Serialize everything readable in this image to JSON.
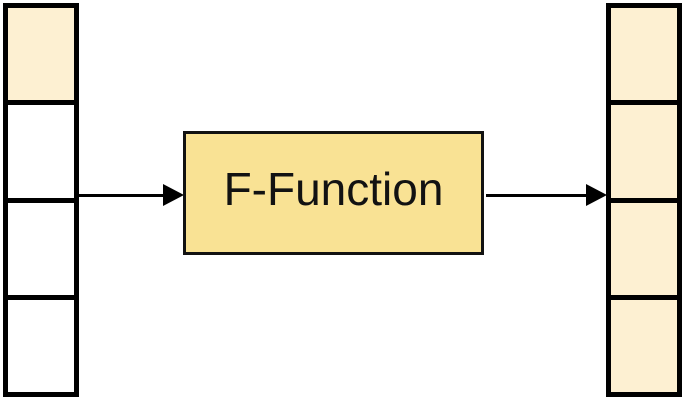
{
  "diagram": {
    "f_function": {
      "label": "F-Function"
    },
    "left_register": {
      "cell_count": 4,
      "cells": [
        {
          "fill": "cream"
        },
        {
          "fill": "white"
        },
        {
          "fill": "white"
        },
        {
          "fill": "white"
        }
      ]
    },
    "right_register": {
      "cell_count": 4,
      "cells": [
        {
          "fill": "cream"
        },
        {
          "fill": "cream"
        },
        {
          "fill": "cream"
        },
        {
          "fill": "cream"
        }
      ]
    },
    "arrows": [
      {
        "name": "left-register-to-f-function",
        "direction": "right"
      },
      {
        "name": "f-function-to-right-register",
        "direction": "right"
      }
    ],
    "colors": {
      "cream": "#FDF0D2",
      "white": "#FFFFFF",
      "gold": "#F9E294",
      "border": "#000000",
      "background": "#FFFFFF"
    }
  }
}
